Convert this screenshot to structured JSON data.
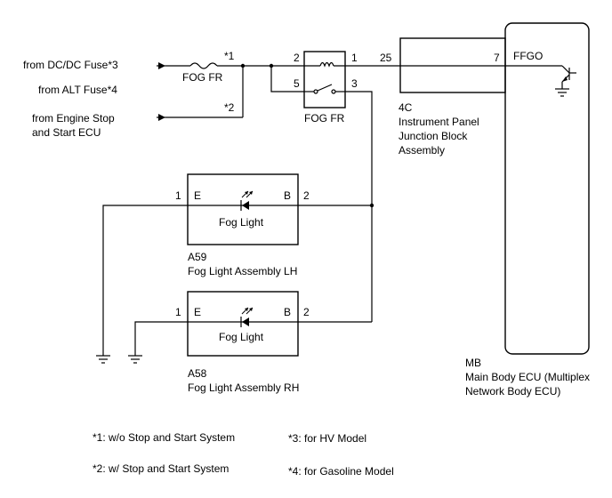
{
  "sources": {
    "dcdc": "from DC/DC Fuse*3",
    "alt": "from ALT Fuse*4",
    "engine_line1": "from Engine Stop",
    "engine_line2": "and Start ECU"
  },
  "fuse": {
    "name": "FOG FR",
    "mark1": "*1",
    "mark2": "*2"
  },
  "relay": {
    "name": "FOG FR",
    "pins": {
      "p1": "1",
      "p2": "2",
      "p3": "3",
      "p5": "5"
    }
  },
  "junction": {
    "pin_in": "25",
    "pin_out": "7",
    "code": "4C",
    "name_line1": "Instrument Panel",
    "name_line2": "Junction Block",
    "name_line3": "Assembly"
  },
  "ecu": {
    "signal": "FFGO",
    "code": "MB",
    "name_line1": "Main Body ECU (Multiplex",
    "name_line2": "Network Body ECU)"
  },
  "fog_lh": {
    "pin_e_num": "1",
    "pin_e": "E",
    "pin_b": "B",
    "pin_b_num": "2",
    "label": "Fog Light",
    "code": "A59",
    "name": "Fog Light Assembly LH"
  },
  "fog_rh": {
    "pin_e_num": "1",
    "pin_e": "E",
    "pin_b": "B",
    "pin_b_num": "2",
    "label": "Fog Light",
    "code": "A58",
    "name": "Fog Light Assembly RH"
  },
  "notes": {
    "n1": "*1: w/o Stop and Start System",
    "n2": "*2: w/ Stop and Start System",
    "n3": "*3: for HV Model",
    "n4": "*4: for Gasoline Model"
  }
}
